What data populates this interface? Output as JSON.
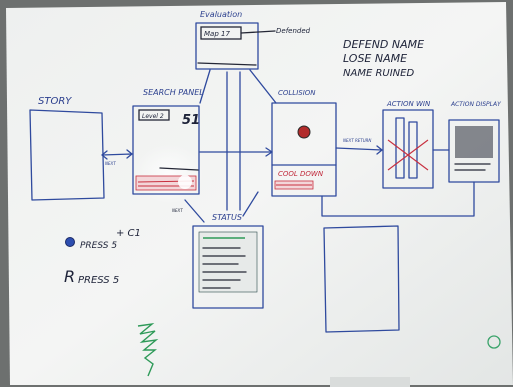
{
  "board": {
    "top_box_label": "Evaluation",
    "top_box_inner_label": "Map 17",
    "top_side_label": "Defended",
    "notes": [
      "DEFEND NAME",
      "LOSE NAME",
      "NAME RUINED"
    ],
    "story_label": "STORY",
    "search_label": "SEARCH PANEL",
    "search_inner_label": "Level 2",
    "search_side_number": "51",
    "center_label": "COLLISION",
    "center_bottom_label": "COOL DOWN",
    "action_label": "ACTION WIN",
    "action_list_label": "ACTION DISPLAY",
    "status_label": "STATUS",
    "plus_label": "+ C1",
    "press_label_1": "PRESS 5",
    "press_label_2": "PRESS 5",
    "small_next_label": "NEXT",
    "small_mid_label": "NEXT",
    "small_return_label": "NEXT RETURN"
  }
}
